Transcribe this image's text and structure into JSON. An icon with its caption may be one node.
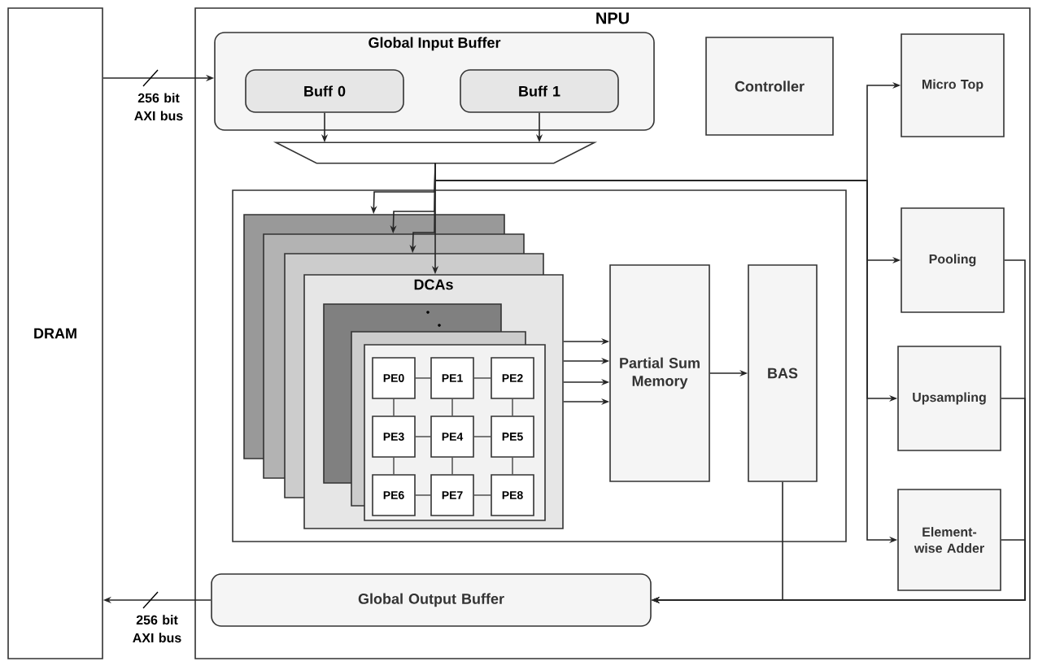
{
  "diagram": {
    "nodes": [
      {
        "text": [
          "DRAM"
        ]
      },
      {
        "text": [
          "NPU"
        ]
      },
      {
        "text": [
          "Global Input Buffer"
        ],
        "in": 1
      },
      {
        "text": [
          "Buff 0"
        ],
        "in": 2
      },
      {
        "text": [
          "Buff 1"
        ],
        "in": 2
      },
      {
        "text": [],
        "shape": "trapezoid",
        "in": 1
      },
      {
        "text": [],
        "shape": "box",
        "in": 1
      },
      {
        "text": [
          "DCAs"
        ],
        "in": 6
      },
      {
        "text": [
          "PE0"
        ],
        "in": 7
      },
      {
        "text": [
          "PE1"
        ],
        "in": 7
      },
      {
        "text": [
          "PE2"
        ],
        "in": 7
      },
      {
        "text": [
          "PE3"
        ],
        "in": 7
      },
      {
        "text": [
          "PE4"
        ],
        "in": 7
      },
      {
        "text": [
          "PE5"
        ],
        "in": 7
      },
      {
        "text": [
          "PE6"
        ],
        "in": 7
      },
      {
        "text": [
          "PE7"
        ],
        "in": 7
      },
      {
        "text": [
          "PE8"
        ],
        "in": 7
      },
      {
        "text": [
          "Partial Sum Memory"
        ],
        "in": 6
      },
      {
        "text": [
          "BAS"
        ],
        "in": 6
      },
      {
        "text": [
          "Controller"
        ],
        "in": 1
      },
      {
        "text": [
          "Micro Top"
        ],
        "in": 1
      },
      {
        "text": [
          "Pooling"
        ],
        "in": 1
      },
      {
        "text": [
          "Upsampling"
        ],
        "in": 1
      },
      {
        "text": [
          "Element-wise Adder"
        ],
        "in": 1
      },
      {
        "text": [
          "Global Output Buffer"
        ],
        "in": 1
      }
    ],
    "edges": [
      {
        "from": 0,
        "to": 2,
        "arrow": "to",
        "label": "256 bit AXI bus"
      },
      {
        "from": 24,
        "to": 0,
        "arrow": "to",
        "label": "256 bit AXI bus"
      },
      {
        "from": 3,
        "to": 5,
        "arrow": "to"
      },
      {
        "from": 4,
        "to": 5,
        "arrow": "to"
      },
      {
        "from": 5,
        "to": 6,
        "arrow": "to"
      },
      {
        "from": 5,
        "to": 6,
        "arrow": "to"
      },
      {
        "from": 5,
        "to": 6,
        "arrow": "to"
      },
      {
        "from": 5,
        "to": 7,
        "arrow": "to"
      },
      {
        "from": 5,
        "to": 20,
        "arrow": "to"
      },
      {
        "from": 5,
        "to": 21,
        "arrow": "to"
      },
      {
        "from": 5,
        "to": 22,
        "arrow": "to"
      },
      {
        "from": 5,
        "to": 23,
        "arrow": "to"
      },
      {
        "from": 8,
        "to": 9,
        "arrow": "none"
      },
      {
        "from": 9,
        "to": 10,
        "arrow": "none"
      },
      {
        "from": 11,
        "to": 12,
        "arrow": "none"
      },
      {
        "from": 12,
        "to": 13,
        "arrow": "none"
      },
      {
        "from": 14,
        "to": 15,
        "arrow": "none"
      },
      {
        "from": 15,
        "to": 16,
        "arrow": "none"
      },
      {
        "from": 8,
        "to": 11,
        "arrow": "none"
      },
      {
        "from": 11,
        "to": 14,
        "arrow": "none"
      },
      {
        "from": 9,
        "to": 12,
        "arrow": "none"
      },
      {
        "from": 12,
        "to": 15,
        "arrow": "none"
      },
      {
        "from": 10,
        "to": 13,
        "arrow": "none"
      },
      {
        "from": 13,
        "to": 16,
        "arrow": "none"
      },
      {
        "from": 7,
        "to": 17,
        "arrow": "to"
      },
      {
        "from": 7,
        "to": 17,
        "arrow": "to"
      },
      {
        "from": 7,
        "to": 17,
        "arrow": "to"
      },
      {
        "from": 7,
        "to": 17,
        "arrow": "to"
      },
      {
        "from": 17,
        "to": 18,
        "arrow": "to"
      },
      {
        "from": 18,
        "to": 24,
        "arrow": "to"
      },
      {
        "from": 21,
        "to": 24,
        "arrow": "to"
      },
      {
        "from": 22,
        "to": 24,
        "arrow": "to"
      },
      {
        "from": 23,
        "to": 24,
        "arrow": "to"
      }
    ]
  }
}
